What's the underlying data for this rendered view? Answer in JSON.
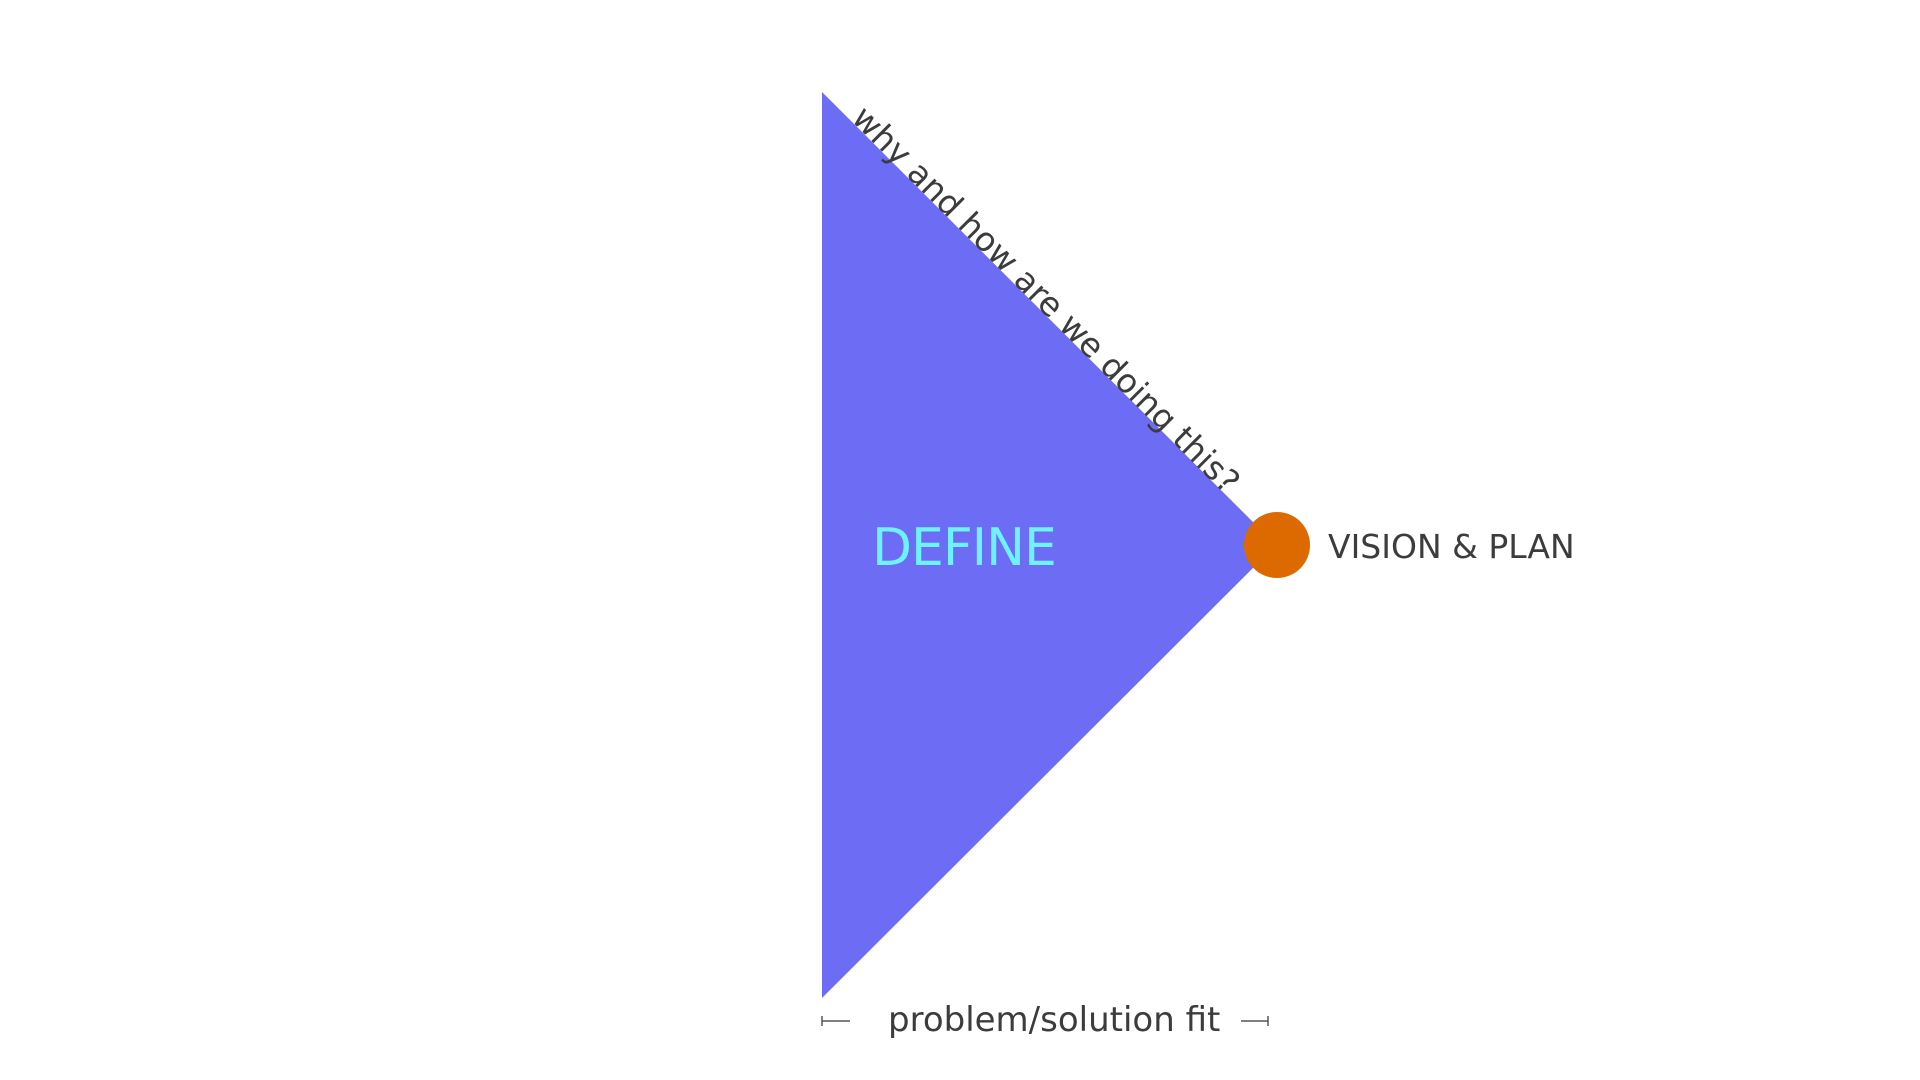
{
  "diagram": {
    "phase_label": "DEFINE",
    "milestone_label": "VISION & PLAN",
    "edge_label": "why and how are we doing this?",
    "fit_label": "problem/solution fit"
  },
  "colors": {
    "triangle": "#6c6cf4",
    "milestone_dot": "#dd6a00",
    "phase_text": "#6cf3ff",
    "text": "#3c3c3c",
    "scale_line": "#555555"
  }
}
